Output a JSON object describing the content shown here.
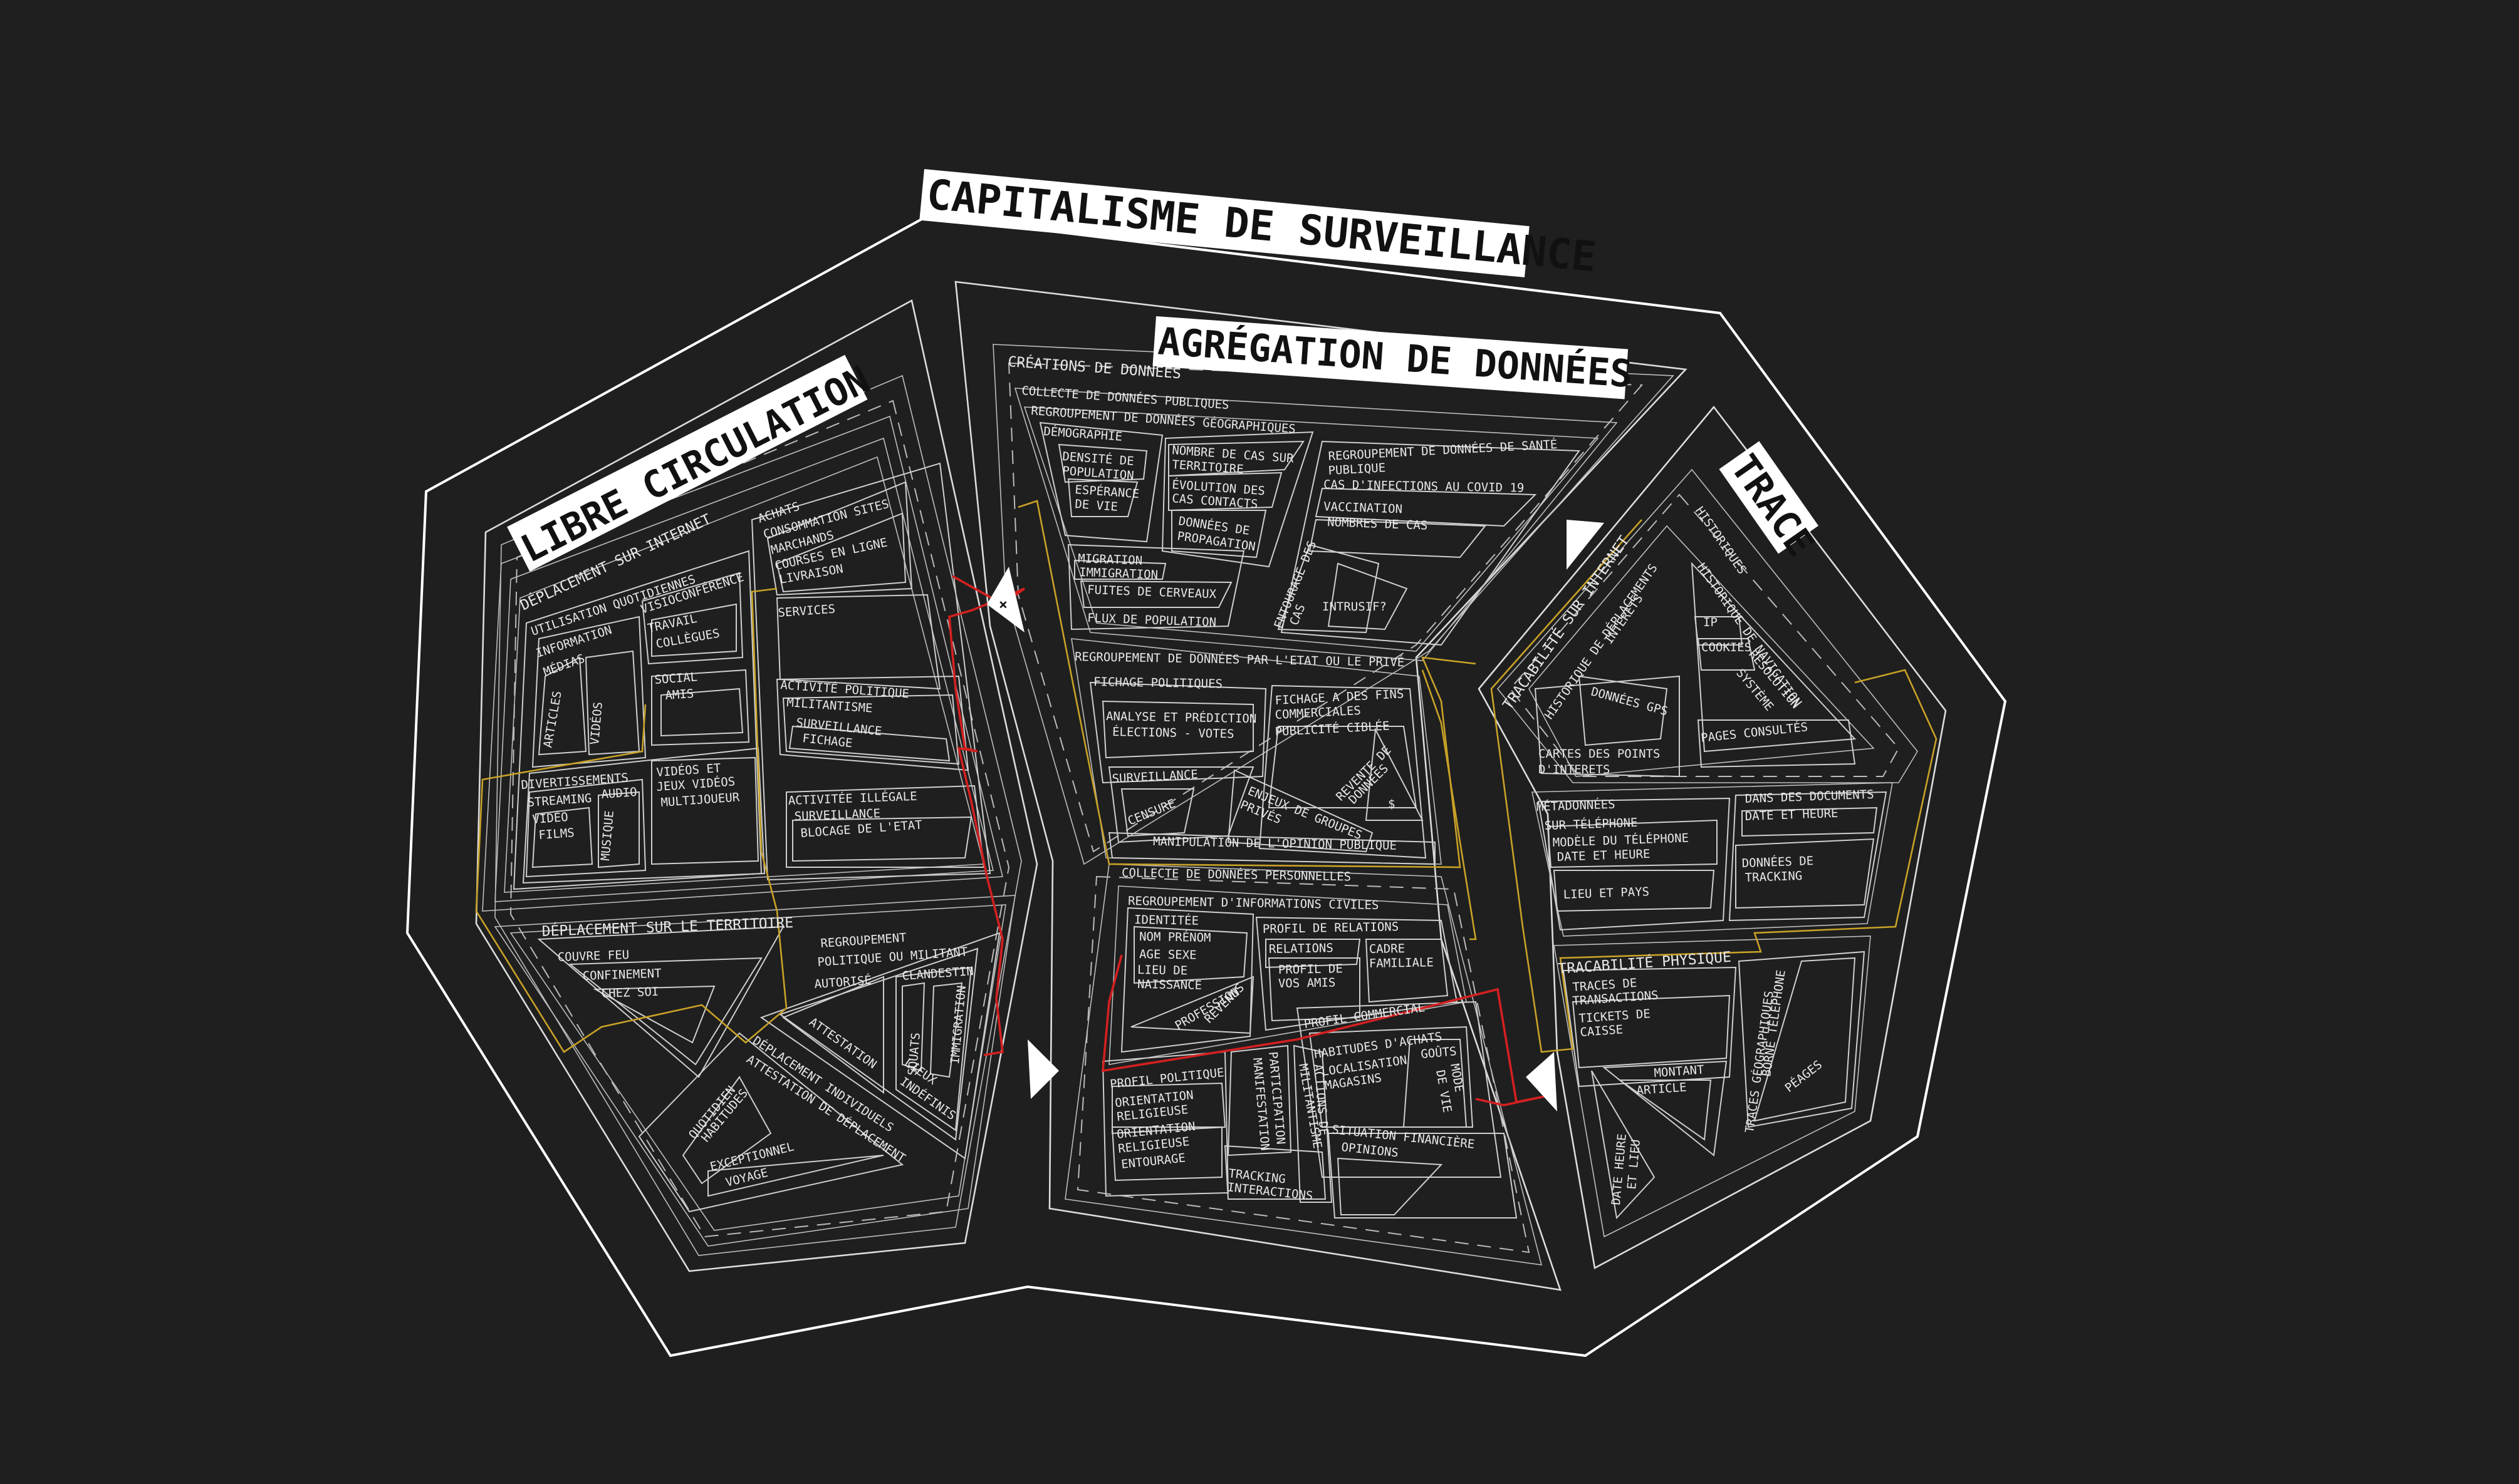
{
  "titles": {
    "main": "CAPITALISME DE SURVEILLANCE",
    "left": "LIBRE CIRCULATION",
    "center": "AGRÉGATION DE DONNÉES",
    "right": "TRACE"
  },
  "colors": {
    "background": "#1f1f1f",
    "lines": "#ffffff",
    "path_yellow": "#c9a227",
    "path_red": "#d42020"
  },
  "left": {
    "internet": "DÉPLACEMENT SUR INTERNET",
    "quotidien": "UTILISATION QUOTIDIENNES",
    "information": "INFORMATION",
    "medias": "MÉDIAS",
    "articles": "ARTICLES",
    "videos": "VIDÉOS",
    "visio": "VISIOCONFÉRENCE",
    "travail": "TRAVAIL",
    "collegues": "COLLÈGUES",
    "social": "SOCIAL",
    "amis": "AMIS",
    "divert": "DIVERTISSEMENTS",
    "streaming": "STREAMING",
    "audio": "AUDIO",
    "video": "VIDÉO",
    "films": "FILMS",
    "musique": "MUSIQUE",
    "jeux1": "VIDÉOS ET",
    "jeux2": "JEUX VIDÉOS",
    "multi": "MULTIJOUEUR",
    "achats": "ACHATS",
    "conso": "CONSOMMATION SITES",
    "marchands": "MARCHANDS",
    "courses": "COURSES EN LIGNE",
    "livraison": "LIVRAISON",
    "services": "SERVICES",
    "activite": "ACTIVITÉ POLITIQUE",
    "militant": "MILITANTISME",
    "surv": "SURVEILLANCE",
    "fichage": "FICHAGE",
    "illegale": "ACTIVITÉE ILLÉGALE",
    "surv2": "SURVEILLANCE",
    "blocage": "BLOCAGE DE L'ETAT",
    "territoire": "DÉPLACEMENT SUR LE TERRITOIRE",
    "couvre": "COUVRE FEU",
    "confinement": "CONFINEMENT",
    "chezsoi": "CHEZ SOI",
    "regroup": "REGROUPEMENT",
    "politique": "POLITIQUE OU MILITANT",
    "autorise": "AUTORISÉ",
    "clandestin": "CLANDESTIN",
    "squats": "SQUATS",
    "immigration": "IMMIGRATION",
    "attestation": "ATTESTATION",
    "lieux": "LIEUX",
    "indefinis": "INDÉFINIS",
    "individuels": "DÉPLACEMENT INDIVIDUELS",
    "attdep": "ATTESTATION DE DÉPLACEMENT",
    "quotidien2": "QUOTIDIEN",
    "habitudes": "HABITUDES",
    "exceptionnel": "EXCEPTIONNEL",
    "voyage": "VOYAGE"
  },
  "center": {
    "creations": "CRÉATIONS DE DONNÉES",
    "publiques": "COLLECTE DE DONNÉES PUBLIQUES",
    "geo": "REGROUPEMENT DE DONNÉES GÉOGRAPHIQUES",
    "demographie": "DÉMOGRAPHIE",
    "densite1": "DENSITÉ DE",
    "densite2": "POPULATION",
    "esperance1": "ESPÉRANCE",
    "esperance2": "DE VIE",
    "nbcas1": "NOMBRE DE CAS SUR",
    "nbcas2": "TERRITOIRE",
    "evo1": "ÉVOLUTION DES",
    "evo2": "CAS CONTACTS",
    "prop1": "DONNÉES DE",
    "prop2": "PROPAGATION",
    "migration": "MIGRATION",
    "immigration": "IMMIGRATION",
    "fuites": "FUITES DE CERVEAUX",
    "flux": "FLUX DE POPULATION",
    "sante1": "REGROUPEMENT DE DONNÉES DE SANTÉ",
    "sante2": "PUBLIQUE",
    "covid": "CAS D'INFECTIONS AU COVID 19",
    "vaccination": "VACCINATION",
    "nbcas3": "NOMBRES DE CAS",
    "entourage1": "ENTOURAGE DES",
    "entourage2": "CAS",
    "intrusif": "INTRUSIF?",
    "etat": "REGROUPEMENT DE DONNÉES PAR L'ETAT OU LE PRIVÉ",
    "fpol": "FICHAGE POLITIQUES",
    "analyse": "ANALYSE ET PRÉDICTION",
    "elections": "ÉLECTIONS - VOTES",
    "ffins1": "FICHAGE A DES FINS",
    "ffins2": "COMMERCIALES",
    "pub": "PUBLICITÉ CIBLÉE",
    "surv": "SURVEILLANCE",
    "censure": "CENSURE",
    "enjeux1": "ENJEUX DE GROUPES",
    "enjeux2": "PRIVÉS",
    "revente1": "REVENTE DE",
    "revente2": "DONNÉES",
    "dollar": "$",
    "manip": "MANIPULATION DE L'OPINION PUBLIQUE",
    "perso": "COLLECTE DE DONNÉES PERSONNELLES",
    "civiles": "REGROUPEMENT D'INFORMATIONS CIVILES",
    "identite": "IDENTITÉE",
    "nom": "NOM PRÉNOM",
    "age": "AGE SEXE",
    "lieu": "LIEU DE",
    "naissance": "NAISSANCE",
    "profession": "PROFESSION",
    "revenus": "REVENUS",
    "relprof": "PROFIL DE RELATIONS",
    "relations": "RELATIONS",
    "cadre": "CADRE",
    "familiale": "FAMILIALE",
    "profamis1": "PROFIL DE",
    "profamis2": "VOS AMIS",
    "profcom": "PROFIL COMMERCIAL",
    "habachats": "HABITUDES D'ACHATS",
    "localisation": "LOCALISATION",
    "magasins": "MAGASINS",
    "gouts": "GOÛTS",
    "mode": "MODE",
    "devie": "DE VIE",
    "profpol": "PROFIL POLITIQUE",
    "orient1": "ORIENTATION",
    "orient2": "RELIGIEUSE",
    "orient3": "ORIENTATION",
    "orient4": "RELIGIEUSE",
    "entourage": "ENTOURAGE",
    "particip1": "PARTICIPATION",
    "particip2": "MANIFESTATION",
    "actions1": "ACTIONS DE",
    "actions2": "MILITANTISME",
    "tracking1": "TRACKING",
    "tracking2": "INTERACTIONS",
    "situation": "SITUATION FINANCIÈRE",
    "opinions": "OPINIONS"
  },
  "right": {
    "tracabilite": "TRACABILITÉ SUR INTERNET",
    "histdep1": "HISTORIQUE DE DÉPLACEMENTS",
    "histdep2": "INTERETS",
    "historiques": "HISTORIQUES",
    "histnav": "HISTORIQUE DE NAVIGATION",
    "ip": "IP",
    "cookies": "COOKIES",
    "resolution": "RÉSOLUTION",
    "systeme": "SYSTÈME",
    "gps": "DONNÉES GPS",
    "pages": "PAGES CONSULTÉS",
    "cartes1": "CARTES DES POINTS",
    "cartes2": "D'INTERETS",
    "metadonnees": "MÉTADONNÉES",
    "surtel": "SUR TÉLÉPHONE",
    "modele": "MODÈLE DU TÉLÉPHONE",
    "date1": "DATE ET HEURE",
    "lieupays": "LIEU ET PAYS",
    "docs": "DANS DES DOCUMENTS",
    "date2": "DATE ET HEURE",
    "track1": "DONNÉES DE",
    "track2": "TRACKING",
    "physique": "TRACABILITÉ PHYSIQUE",
    "traces1": "TRACES DE",
    "traces2": "TRANSACTIONS",
    "tickets1": "TICKETS DE",
    "tickets2": "CAISSE",
    "montant": "MONTANT",
    "article": "ARTICLE",
    "datelieu1": "DATE HEURE",
    "datelieu2": "ET LIEU",
    "tracesgeo": "TRACES GÉOGRAPHIQUES",
    "borne": "BORNE TÉLÉPHONE",
    "peages": "PÉAGES"
  }
}
